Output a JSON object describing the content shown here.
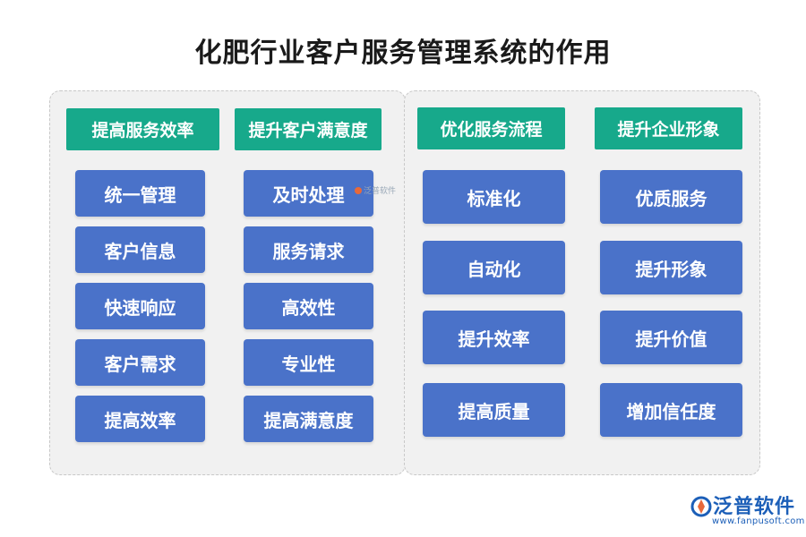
{
  "title": "化肥行业客户服务管理系统的作用",
  "colors": {
    "header": "#17a98b",
    "item": "#4a72c9",
    "panel": "#f1f1f1",
    "logo": "#1c5fb8"
  },
  "columns": [
    {
      "header": "提高服务效率",
      "items": [
        "统一管理",
        "客户信息",
        "快速响应",
        "客户需求",
        "提高效率"
      ]
    },
    {
      "header": "提升客户满意度",
      "items": [
        "及时处理",
        "服务请求",
        "高效性",
        "专业性",
        "提高满意度"
      ]
    },
    {
      "header": "优化服务流程",
      "items": [
        "标准化",
        "自动化",
        "提升效率",
        "提高质量"
      ]
    },
    {
      "header": "提升企业形象",
      "items": [
        "优质服务",
        "提升形象",
        "提升价值",
        "增加信任度"
      ]
    }
  ],
  "watermark": {
    "small": "泛普软件",
    "brand": "泛普软件",
    "url": "www.fanpusoft.com"
  }
}
